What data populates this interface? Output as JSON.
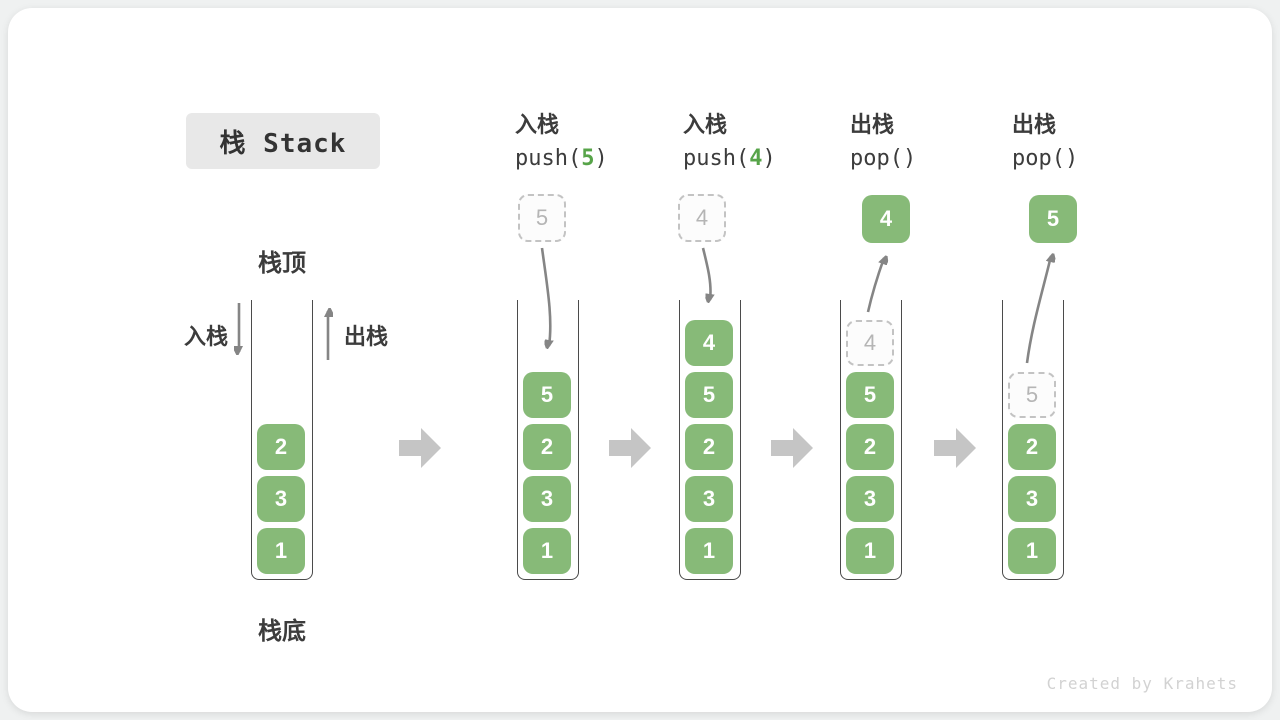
{
  "title": {
    "text": "栈 Stack"
  },
  "labels": {
    "stack_top": "栈顶",
    "stack_bottom": "栈底",
    "push_side": "入栈",
    "pop_side": "出栈"
  },
  "operations": [
    {
      "label": "入栈",
      "code_prefix": "push(",
      "code_value": "5",
      "code_suffix": ")"
    },
    {
      "label": "入栈",
      "code_prefix": "push(",
      "code_value": "4",
      "code_suffix": ")"
    },
    {
      "label": "出栈",
      "code_prefix": "pop(",
      "code_value": "",
      "code_suffix": ")"
    },
    {
      "label": "出栈",
      "code_prefix": "pop(",
      "code_value": "",
      "code_suffix": ")"
    }
  ],
  "stacks": [
    {
      "blocks": [
        {
          "value": "2"
        },
        {
          "value": "3"
        },
        {
          "value": "1"
        }
      ]
    },
    {
      "floating": {
        "value": "5"
      },
      "blocks": [
        {
          "value": "5"
        },
        {
          "value": "2"
        },
        {
          "value": "3"
        },
        {
          "value": "1"
        }
      ]
    },
    {
      "floating": {
        "value": "4"
      },
      "blocks": [
        {
          "value": "4"
        },
        {
          "value": "5"
        },
        {
          "value": "2"
        },
        {
          "value": "3"
        },
        {
          "value": "1"
        }
      ]
    },
    {
      "floating": {
        "value": "4"
      },
      "blocks": [
        {
          "value": "4"
        },
        {
          "value": "5"
        },
        {
          "value": "2"
        },
        {
          "value": "3"
        },
        {
          "value": "1"
        }
      ]
    },
    {
      "floating": {
        "value": "5"
      },
      "blocks": [
        {
          "value": "5"
        },
        {
          "value": "2"
        },
        {
          "value": "3"
        },
        {
          "value": "1"
        }
      ]
    }
  ],
  "footer": {
    "credit": "Created by Krahets"
  },
  "colors": {
    "block_green": "#87ba78",
    "code_green": "#57a449",
    "ghost_border": "#c3c3c3",
    "ghost_text": "#b5b5b5",
    "container_stroke": "#4b4b4b",
    "arrow_gray": "#858585",
    "block_arrow_gray": "#c5c5c5",
    "title_bg": "#e8e8e8",
    "text_dark": "#3c3c3c",
    "footer_gray": "#d2d2d2",
    "card_bg": "#ffffff",
    "page_bg": "#eff1f1"
  }
}
